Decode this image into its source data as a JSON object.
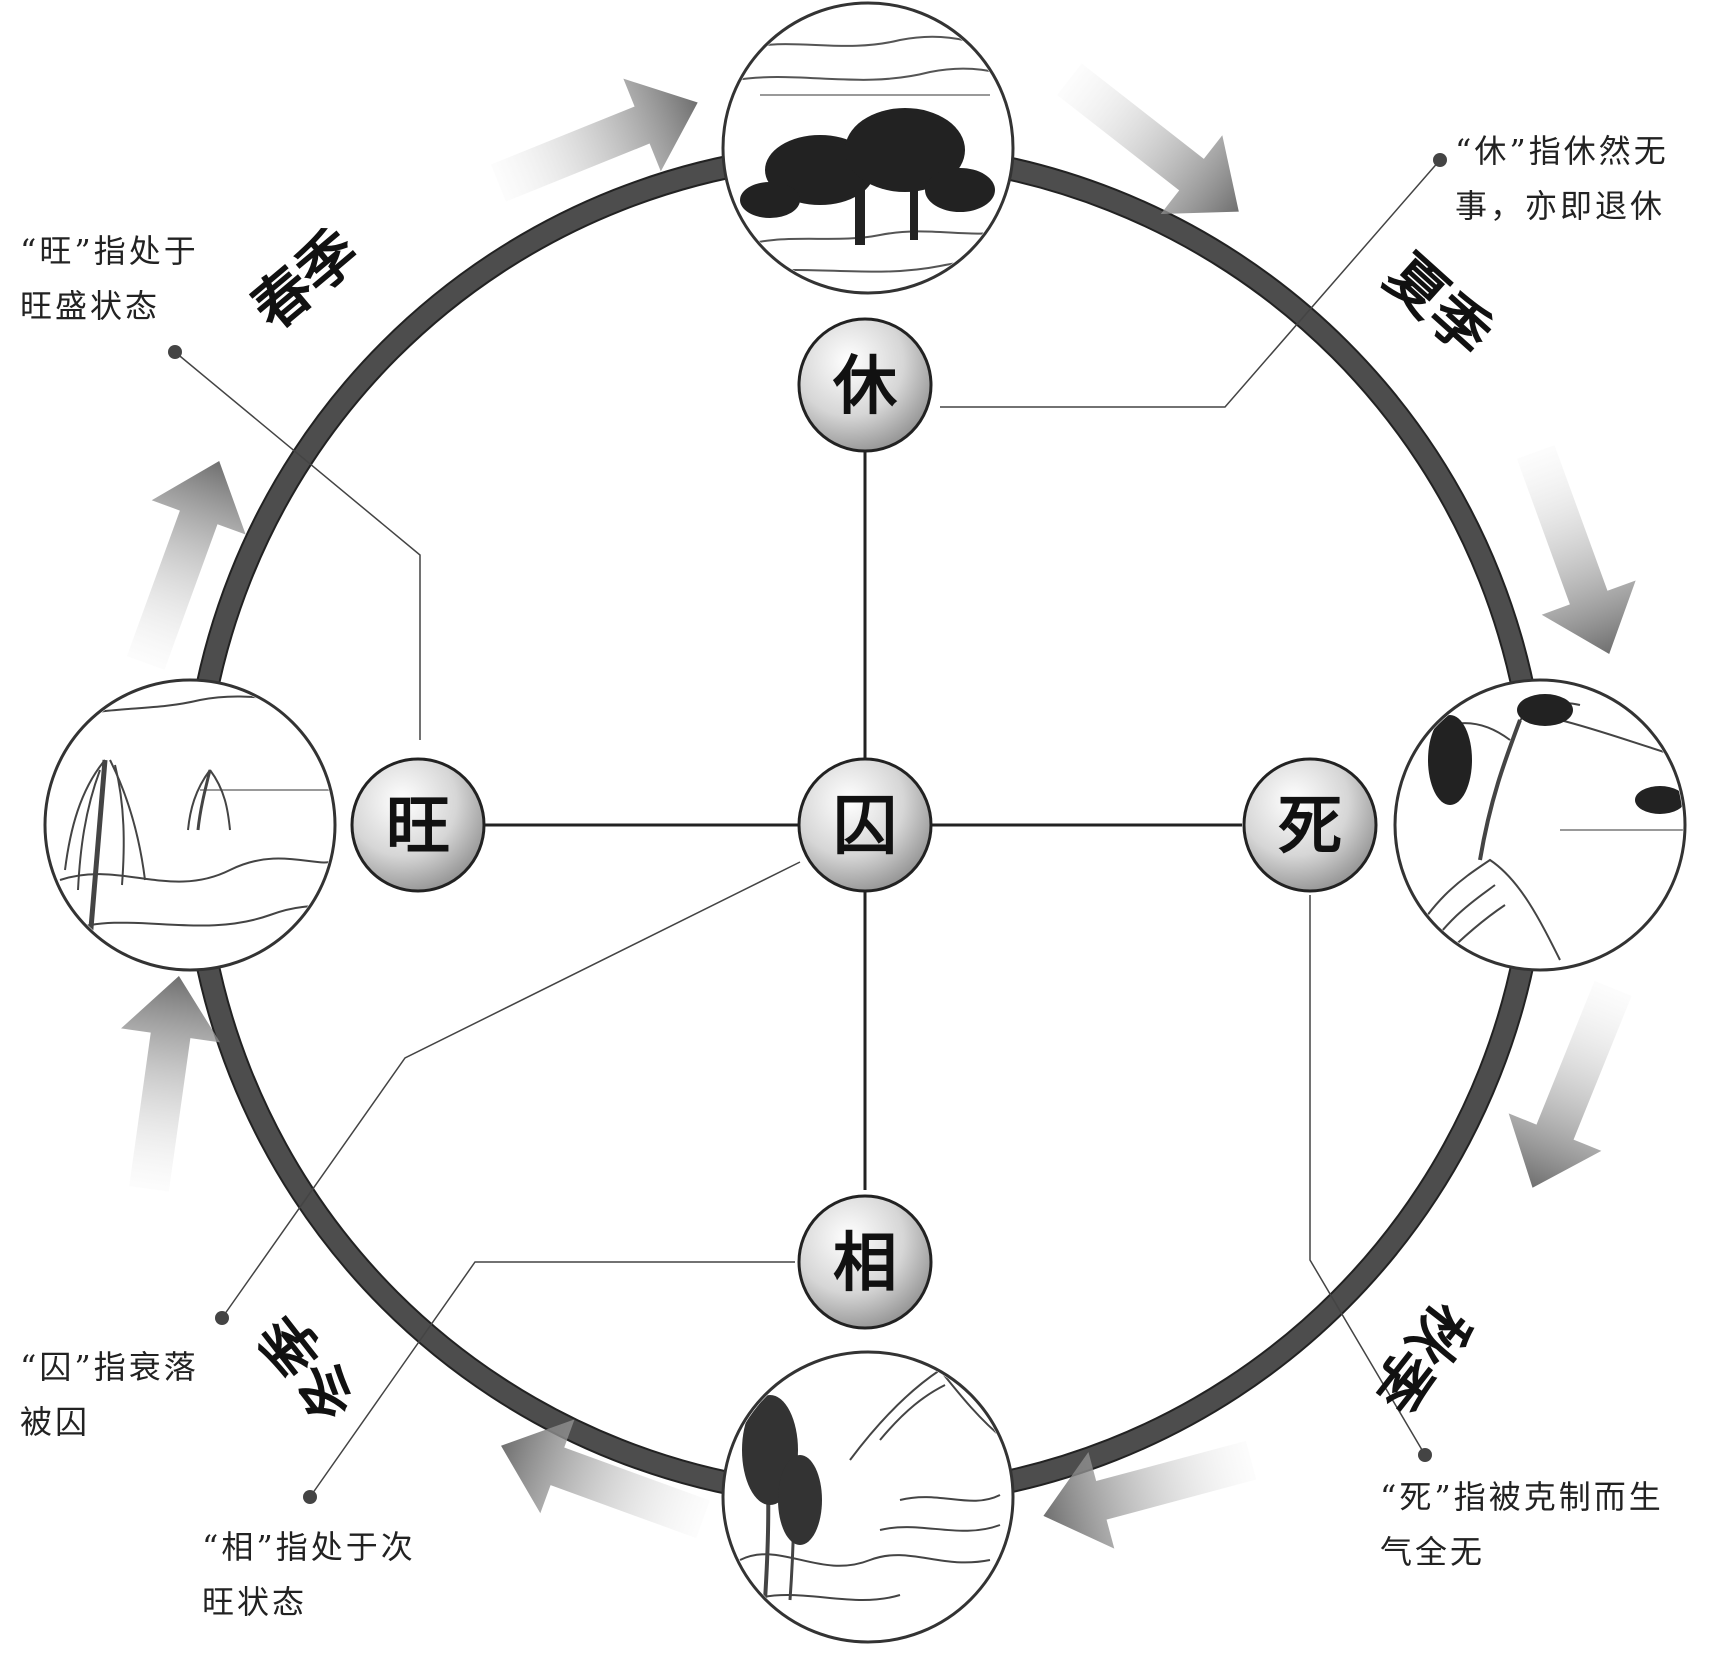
{
  "colors": {
    "ring": "#4d4d4d",
    "ring_inner": "#7a7a7a",
    "line": "#222222",
    "leader": "#444444",
    "node_light": "#ffffff",
    "node_dark": "#8c8c8c",
    "arrow_dark": "#6f6f6f",
    "arrow_light": "#e4e4e4"
  },
  "nodes": {
    "xiu": "休",
    "wang": "旺",
    "qiu": "囚",
    "si": "死",
    "xiang": "相"
  },
  "seasons": {
    "spring": "春季",
    "summer": "夏季",
    "autumn": "秋季",
    "winter": "冬季"
  },
  "notes": {
    "wang": [
      "“旺”指处于",
      "旺盛状态"
    ],
    "xiu": [
      "“休”指休然无",
      "事，亦即退休"
    ],
    "qiu": [
      "“囚”指衰落",
      "被囚"
    ],
    "xiang": [
      "“相”指处于次",
      "旺状态"
    ],
    "si": [
      "“死”指被克制而生",
      "气全无"
    ]
  },
  "images": {
    "top": "landscape-pine-tree-illustration",
    "left": "landscape-willow-river-illustration",
    "right": "landscape-cliff-tree-illustration",
    "bottom": "landscape-bamboo-mountain-illustration"
  }
}
